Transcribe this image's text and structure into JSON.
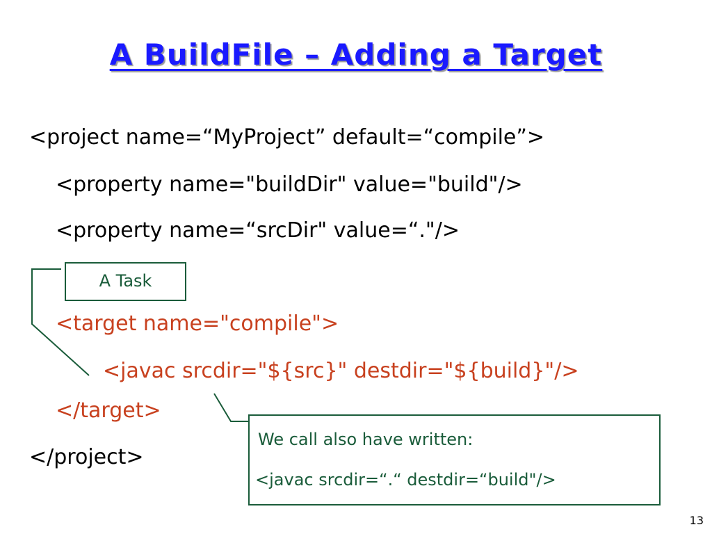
{
  "title": "A BuildFile – Adding a Target",
  "code": {
    "line1": "<project name=“MyProject” default=“compile”>",
    "line2": "<property name=\"buildDir\" value=\"build\"/>",
    "line3": "<property name=“srcDir\" value=“.\"/>",
    "line4": "<target name=\"compile\">",
    "line5": "<javac srcdir=\"${src}\" destdir=\"${build}\"/>",
    "line6": "</target>",
    "line7": "</project>"
  },
  "callouts": {
    "task_label": "A Task",
    "note_line1": "We call also have written:",
    "note_line2": "<javac srcdir=“.“ destdir=“build\"/>"
  },
  "page_number": "13",
  "colors": {
    "title": "#1a1aff",
    "highlight_code": "#c8411f",
    "callout": "#1a5c3a"
  }
}
